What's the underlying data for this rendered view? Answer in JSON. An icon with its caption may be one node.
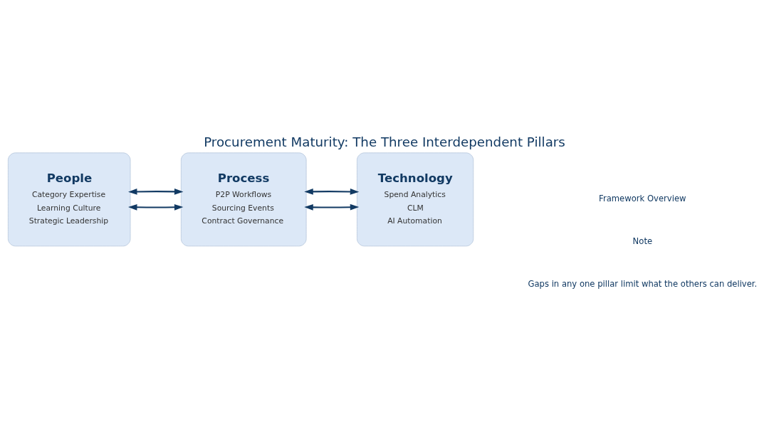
{
  "diagram": {
    "title": "Procurement Maturity: The Three Interdependent Pillars",
    "nodes": [
      {
        "text": [
          "People",
          "Category Expertise",
          "Learning Culture",
          "Strategic Leadership"
        ]
      },
      {
        "text": [
          "Process",
          "P2P Workflows",
          "Sourcing Events",
          "Contract Governance"
        ]
      },
      {
        "text": [
          "Technology",
          "Spend Analytics",
          "CLM",
          "AI Automation"
        ]
      }
    ],
    "edges": [
      {
        "from": 0,
        "to": 1,
        "arrow": "both"
      },
      {
        "from": 0,
        "to": 1,
        "arrow": "both"
      },
      {
        "from": 1,
        "to": 2,
        "arrow": "both"
      },
      {
        "from": 1,
        "to": 2,
        "arrow": "both"
      }
    ],
    "labels": [
      "Framework Overview",
      "Note",
      "Gaps in any one pillar limit what the others can deliver."
    ]
  }
}
